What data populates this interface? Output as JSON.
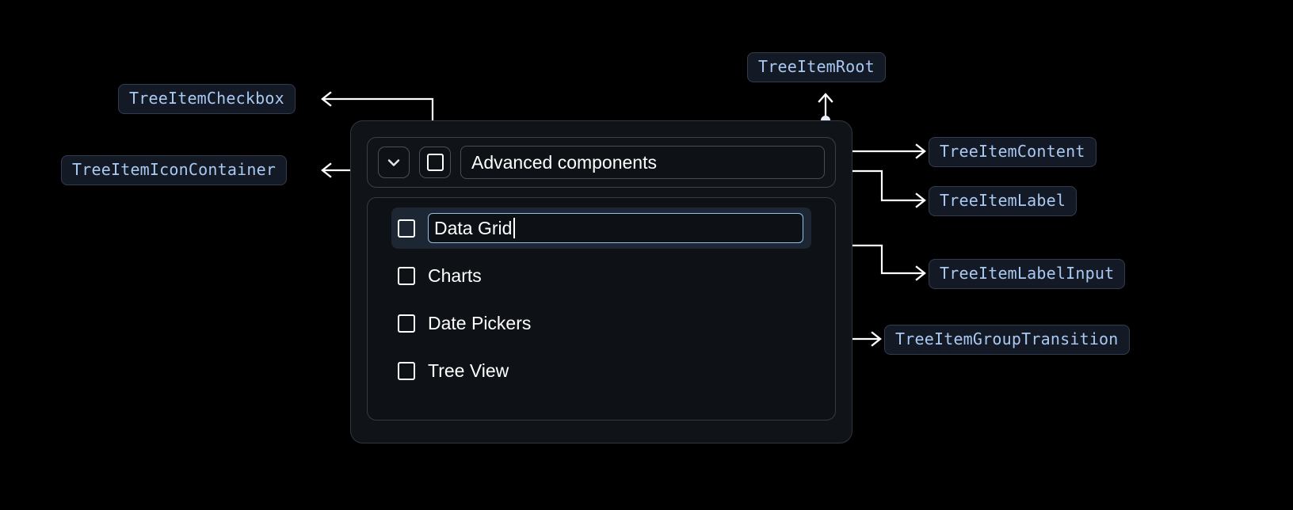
{
  "annotations": [
    {
      "id": "tree-item-checkbox",
      "label": "TreeItemCheckbox"
    },
    {
      "id": "tree-item-icon-container",
      "label": "TreeItemIconContainer"
    },
    {
      "id": "tree-item-root",
      "label": "TreeItemRoot"
    },
    {
      "id": "tree-item-content",
      "label": "TreeItemContent"
    },
    {
      "id": "tree-item-label",
      "label": "TreeItemLabel"
    },
    {
      "id": "tree-item-label-input",
      "label": "TreeItemLabelInput"
    },
    {
      "id": "tree-item-group-transition",
      "label": "TreeItemGroupTransition"
    }
  ],
  "tree": {
    "root_label": "Advanced components",
    "icon": "chevron-down-icon",
    "checkbox_checked": false,
    "children": [
      {
        "label": "Data Grid",
        "editing": true,
        "checked": false
      },
      {
        "label": "Charts",
        "editing": false,
        "checked": false
      },
      {
        "label": "Date Pickers",
        "editing": false,
        "checked": false
      },
      {
        "label": "Tree View",
        "editing": false,
        "checked": false
      }
    ]
  },
  "colors": {
    "background": "#000000",
    "chip_text": "#a9c9f2",
    "chip_bg": "#141a25",
    "chip_border": "#333c4d",
    "card_bg": "#101418",
    "card_border": "#303740",
    "selected_row": "#1d2733",
    "input_focus_border": "#8fc0f0",
    "connector": "#ffffff"
  }
}
